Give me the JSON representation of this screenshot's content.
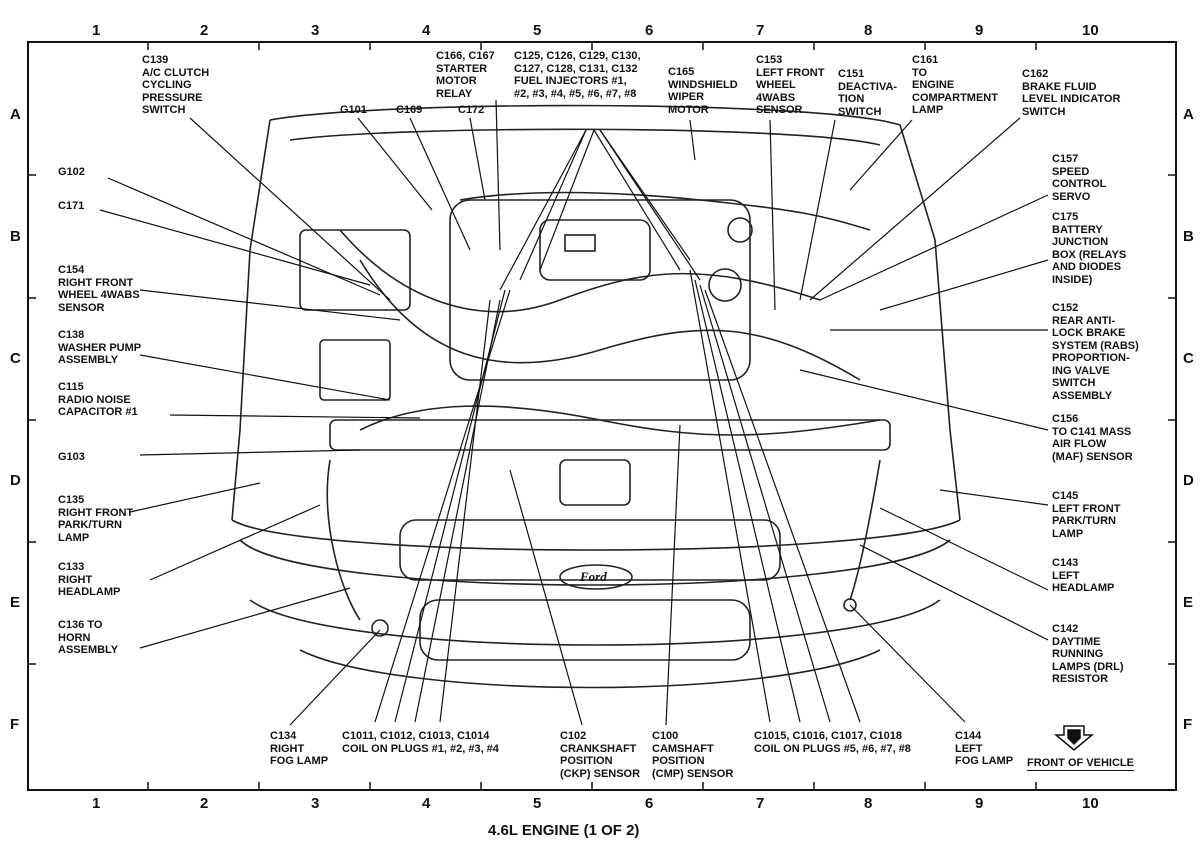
{
  "grid": {
    "columns": [
      "1",
      "2",
      "3",
      "4",
      "5",
      "6",
      "7",
      "8",
      "9",
      "10"
    ],
    "rows": [
      "A",
      "B",
      "C",
      "D",
      "E",
      "F"
    ]
  },
  "caption": "4.6L ENGINE (1 OF 2)",
  "front_of_vehicle": "FRONT OF VEHICLE",
  "brand_badge": "Ford",
  "labels": {
    "c139": [
      "C139",
      "A/C CLUTCH",
      "CYCLING",
      "PRESSURE",
      "SWITCH"
    ],
    "g101": [
      "G101"
    ],
    "c169": [
      "C169"
    ],
    "c172": [
      "C172"
    ],
    "c166": [
      "C166, C167",
      "STARTER",
      "MOTOR",
      "RELAY"
    ],
    "c125": [
      "C125, C126, C129, C130,",
      "C127, C128, C131, C132",
      "FUEL INJECTORS #1,",
      "#2, #3, #4, #5, #6, #7, #8"
    ],
    "c165": [
      "C165",
      "WINDSHIELD",
      "WIPER",
      "MOTOR"
    ],
    "c153": [
      "C153",
      "LEFT FRONT",
      "WHEEL",
      "4WABS",
      "SENSOR"
    ],
    "c151": [
      "C151",
      "DEACTIVA-",
      "TION",
      "SWITCH"
    ],
    "c161": [
      "C161",
      "TO",
      "ENGINE",
      "COMPARTMENT",
      "LAMP"
    ],
    "c162": [
      "C162",
      "BRAKE FLUID",
      "LEVEL INDICATOR",
      "SWITCH"
    ],
    "g102": [
      "G102"
    ],
    "c171": [
      "C171"
    ],
    "c154": [
      "C154",
      "RIGHT FRONT",
      "WHEEL 4WABS",
      "SENSOR"
    ],
    "c138": [
      "C138",
      "WASHER PUMP",
      "ASSEMBLY"
    ],
    "c115": [
      "C115",
      "RADIO NOISE",
      "CAPACITOR #1"
    ],
    "g103": [
      "G103"
    ],
    "c135": [
      "C135",
      "RIGHT FRONT",
      "PARK/TURN",
      "LAMP"
    ],
    "c133": [
      "C133",
      "RIGHT",
      "HEADLAMP"
    ],
    "c136": [
      "C136 TO",
      "HORN",
      "ASSEMBLY"
    ],
    "c157": [
      "C157",
      "SPEED",
      "CONTROL",
      "SERVO"
    ],
    "c175": [
      "C175",
      "BATTERY",
      "JUNCTION",
      "BOX (RELAYS",
      "AND DIODES",
      "INSIDE)"
    ],
    "c152": [
      "C152",
      "REAR ANTI-",
      "LOCK BRAKE",
      "SYSTEM (RABS)",
      "PROPORTION-",
      "ING VALVE",
      "SWITCH",
      "ASSEMBLY"
    ],
    "c156": [
      "C156",
      "TO C141 MASS",
      "AIR FLOW",
      "(MAF) SENSOR"
    ],
    "c145": [
      "C145",
      "LEFT FRONT",
      "PARK/TURN",
      "LAMP"
    ],
    "c143": [
      "C143",
      "LEFT",
      "HEADLAMP"
    ],
    "c142": [
      "C142",
      "DAYTIME",
      "RUNNING",
      "LAMPS (DRL)",
      "RESISTOR"
    ],
    "c134": [
      "C134",
      "RIGHT",
      "FOG LAMP"
    ],
    "c1011": [
      "C1011, C1012, C1013, C1014",
      "COIL ON PLUGS #1, #2, #3, #4"
    ],
    "c102": [
      "C102",
      "CRANKSHAFT",
      "POSITION",
      "(CKP) SENSOR"
    ],
    "c100": [
      "C100",
      "CAMSHAFT",
      "POSITION",
      "(CMP) SENSOR"
    ],
    "c1015": [
      "C1015, C1016, C1017, C1018",
      "COIL ON PLUGS #5, #6, #7, #8"
    ],
    "c144": [
      "C144",
      "LEFT",
      "FOG LAMP"
    ]
  }
}
